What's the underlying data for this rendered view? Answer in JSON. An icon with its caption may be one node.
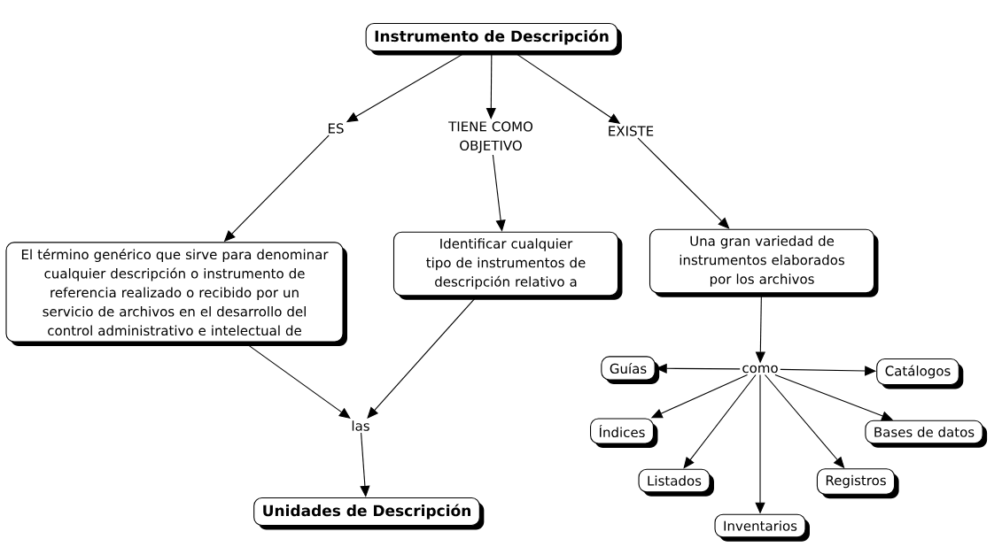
{
  "diagram": {
    "nodes": [
      {
        "text": [
          "Instrumento de Descripción"
        ]
      },
      {
        "text": [
          "ES"
        ]
      },
      {
        "text": [
          "TIENE COMO OBJETIVO"
        ]
      },
      {
        "text": [
          "EXISTE"
        ]
      },
      {
        "text": [
          "El término genérico que sirve para denominar cualquier descripción o instrumento de referencia realizado o recibido por un servicio de archivos en el desarrollo del control administrativo e intelectual de"
        ]
      },
      {
        "text": [
          "Identificar cualquier tipo de instrumentos de descripción relativo a"
        ]
      },
      {
        "text": [
          "Una gran variedad de instrumentos elaborados por los archivos"
        ]
      },
      {
        "text": [
          "las"
        ]
      },
      {
        "text": [
          "Unidades de Descripción"
        ]
      },
      {
        "text": [
          "como"
        ]
      },
      {
        "text": [
          "Guías"
        ]
      },
      {
        "text": [
          "Catálogos"
        ]
      },
      {
        "text": [
          "Índices"
        ]
      },
      {
        "text": [
          "Bases de datos"
        ]
      },
      {
        "text": [
          "Listados"
        ]
      },
      {
        "text": [
          "Registros"
        ]
      },
      {
        "text": [
          "Inventarios"
        ]
      }
    ],
    "edges": [
      {
        "from": 0,
        "to": 1,
        "arrow": "to"
      },
      {
        "from": 0,
        "to": 2,
        "arrow": "to"
      },
      {
        "from": 0,
        "to": 3,
        "arrow": "to"
      },
      {
        "from": 1,
        "to": 4,
        "arrow": "to"
      },
      {
        "from": 2,
        "to": 5,
        "arrow": "to"
      },
      {
        "from": 3,
        "to": 6,
        "arrow": "to"
      },
      {
        "from": 4,
        "to": 7,
        "arrow": "to"
      },
      {
        "from": 5,
        "to": 7,
        "arrow": "to"
      },
      {
        "from": 7,
        "to": 8,
        "arrow": "to"
      },
      {
        "from": 6,
        "to": 9,
        "arrow": "to"
      },
      {
        "from": 9,
        "to": 10,
        "arrow": "to"
      },
      {
        "from": 9,
        "to": 11,
        "arrow": "to"
      },
      {
        "from": 9,
        "to": 12,
        "arrow": "to"
      },
      {
        "from": 9,
        "to": 13,
        "arrow": "to"
      },
      {
        "from": 9,
        "to": 14,
        "arrow": "to"
      },
      {
        "from": 9,
        "to": 15,
        "arrow": "to"
      },
      {
        "from": 9,
        "to": 16,
        "arrow": "to"
      }
    ]
  }
}
